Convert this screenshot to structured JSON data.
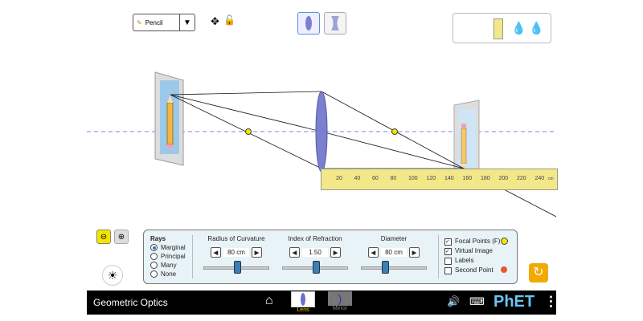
{
  "toolbar": {
    "tool_select": "Pencil",
    "lens_modes": [
      "convex",
      "concave"
    ]
  },
  "ruler": {
    "ticks": [
      "20",
      "40",
      "60",
      "80",
      "100",
      "120",
      "140",
      "160",
      "180",
      "200",
      "220",
      "240"
    ],
    "unit": "cm"
  },
  "panel": {
    "rays_title": "Rays",
    "rays_options": [
      {
        "label": "Marginal",
        "selected": true
      },
      {
        "label": "Principal",
        "selected": false
      },
      {
        "label": "Many",
        "selected": false
      },
      {
        "label": "None",
        "selected": false
      }
    ],
    "controls": [
      {
        "label": "Radius of Curvature",
        "value": "80 cm",
        "fraction": 0.5
      },
      {
        "label": "Index of Refraction",
        "value": "1.50",
        "fraction": 0.5
      },
      {
        "label": "Diameter",
        "value": "80 cm",
        "fraction": 0.35
      }
    ],
    "checks": [
      {
        "label": "Focal Points (F)",
        "checked": true
      },
      {
        "label": "Virtual Image",
        "checked": true
      },
      {
        "label": "Labels",
        "checked": false
      },
      {
        "label": "Second Point",
        "checked": false
      }
    ]
  },
  "nav": {
    "title": "Geometric Optics",
    "screens": [
      "Lens",
      "Mirror"
    ],
    "active_screen": "Lens",
    "brand": "PhET"
  },
  "colors": {
    "lens": "#7b7fd0",
    "focal": "#f3e600",
    "second_point": "#e8572a",
    "ruler": "#f2e88a",
    "accent": "#f2a900"
  }
}
